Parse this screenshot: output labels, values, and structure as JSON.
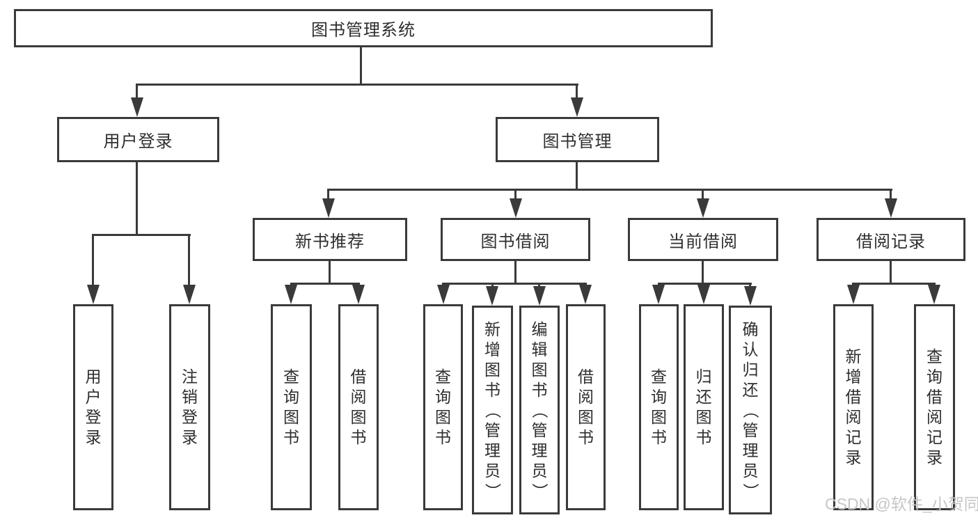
{
  "diagram": {
    "type": "tree",
    "nodes": {
      "root": {
        "label": "图书管理系统"
      },
      "user_login": {
        "label": "用户登录"
      },
      "book_mgmt": {
        "label": "图书管理"
      },
      "login_leaf": {
        "label": "用户登录"
      },
      "logout_leaf": {
        "label": "注销登录"
      },
      "new_book": {
        "label": "新书推荐"
      },
      "book_borrow": {
        "label": "图书借阅"
      },
      "current_borrow": {
        "label": "当前借阅"
      },
      "borrow_records": {
        "label": "借阅记录"
      },
      "nb_query": {
        "label": "查询图书"
      },
      "nb_borrow": {
        "label": "借阅图书"
      },
      "bb_query": {
        "label": "查询图书"
      },
      "bb_add": {
        "label": "新增图书（管理员）"
      },
      "bb_edit": {
        "label": "编辑图书（管理员）"
      },
      "bb_borrow": {
        "label": "借阅图书"
      },
      "cb_query": {
        "label": "查询图书"
      },
      "cb_return": {
        "label": "归还图书"
      },
      "cb_confirm": {
        "label": "确认归还（管理员）"
      },
      "br_add": {
        "label": "新增借阅记录"
      },
      "br_query": {
        "label": "查询借阅记录"
      }
    },
    "hierarchy": {
      "图书管理系统": {
        "用户登录": [
          "用户登录",
          "注销登录"
        ],
        "图书管理": {
          "新书推荐": [
            "查询图书",
            "借阅图书"
          ],
          "图书借阅": [
            "查询图书",
            "新增图书（管理员）",
            "编辑图书（管理员）",
            "借阅图书"
          ],
          "当前借阅": [
            "查询图书",
            "归还图书",
            "确认归还（管理员）"
          ],
          "借阅记录": [
            "新增借阅记录",
            "查询借阅记录"
          ]
        }
      }
    },
    "colors": {
      "line": "#3a3a3a",
      "text": "#2e2e2e",
      "box_background": "#ffffff",
      "watermark": "#c6c6c6"
    }
  },
  "watermark": {
    "text": "CSDN @软件_小贺同学"
  }
}
